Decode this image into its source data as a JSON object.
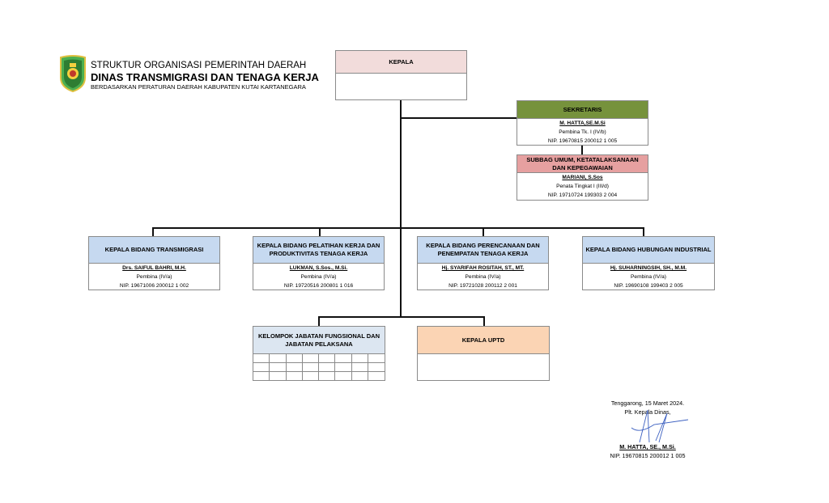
{
  "header": {
    "line1": "STRUKTUR ORGANISASI PEMERINTAH DAERAH",
    "line2": "DINAS TRANSMIGRASI DAN TENAGA KERJA",
    "line3": "BERDASARKAN PERATURAN DAERAH KABUPATEN KUTAI KARTANEGARA",
    "logo_icon": "kutai-kartanegara-crest-icon"
  },
  "colors": {
    "kepala": "#f2dcdb",
    "sekretaris": "#76923c",
    "subbag": "#e6a0a0",
    "bidang": "#c6d9f0",
    "fungsional": "#dce6f1",
    "uptd": "#fbd4b4",
    "line": "#111111"
  },
  "kepala": {
    "title": "KEPALA"
  },
  "sekretaris": {
    "title": "SEKRETARIS",
    "name": "M. HATTA,SE.M.Si",
    "rank": "Pembina  Tk. I   (IV/b)",
    "nip": "NIP. 19670815 200012 1 005"
  },
  "subbag": {
    "title": "SUBBAG UMUM, KETATALAKSANAAN DAN KEPEGAWAIAN",
    "name": "MARIANI, S.Sos",
    "rank": "Penata Tingkat I (III/d)",
    "nip": "NIP. 19710724 199303 2 004"
  },
  "bidang": [
    {
      "title": "KEPALA BIDANG TRANSMIGRASI",
      "name": "Drs. SAIFUL BAHRI, M.H.",
      "rank": "Pembina  (IV/a)",
      "nip": "NIP. 19671006 200012 1 002"
    },
    {
      "title": "KEPALA BIDANG PELATIHAN KERJA DAN PRODUKTIVITAS TENAGA KERJA",
      "name": "LUKMAN, S.Sos., M.Si.",
      "rank": "Pembina  (IV/a)",
      "nip": "NIP.  19720516 200801 1 016"
    },
    {
      "title": "KEPALA BIDANG PERENCANAAN DAN PENEMPATAN TENAGA KERJA",
      "name": "Hj. SYARIFAH ROSITAH, ST., MT.",
      "rank": "Pembina  (IV/a)",
      "nip": "NIP. 19721028 200112 2 001"
    },
    {
      "title": "KEPALA BIDANG HUBUNGAN INDUSTRIAL",
      "name": "Hj. SUHARNINGSIH, SH., M.M.",
      "rank": "Pembina (IV/a)",
      "nip": "NIP. 19690108 199403 2 005"
    }
  ],
  "fungsional": {
    "title": "KELOMPOK JABATAN FUNGSIONAL DAN JABATAN PELAKSANA"
  },
  "uptd": {
    "title": "KEPALA UPTD"
  },
  "signature": {
    "place_date": "Tenggarong,  15  Maret 2024.",
    "position": "Plt. Kepala Dinas,",
    "name": "M. HATTA, SE., M.Si.",
    "nip": "NIP. 19670815 200012 1 005"
  }
}
